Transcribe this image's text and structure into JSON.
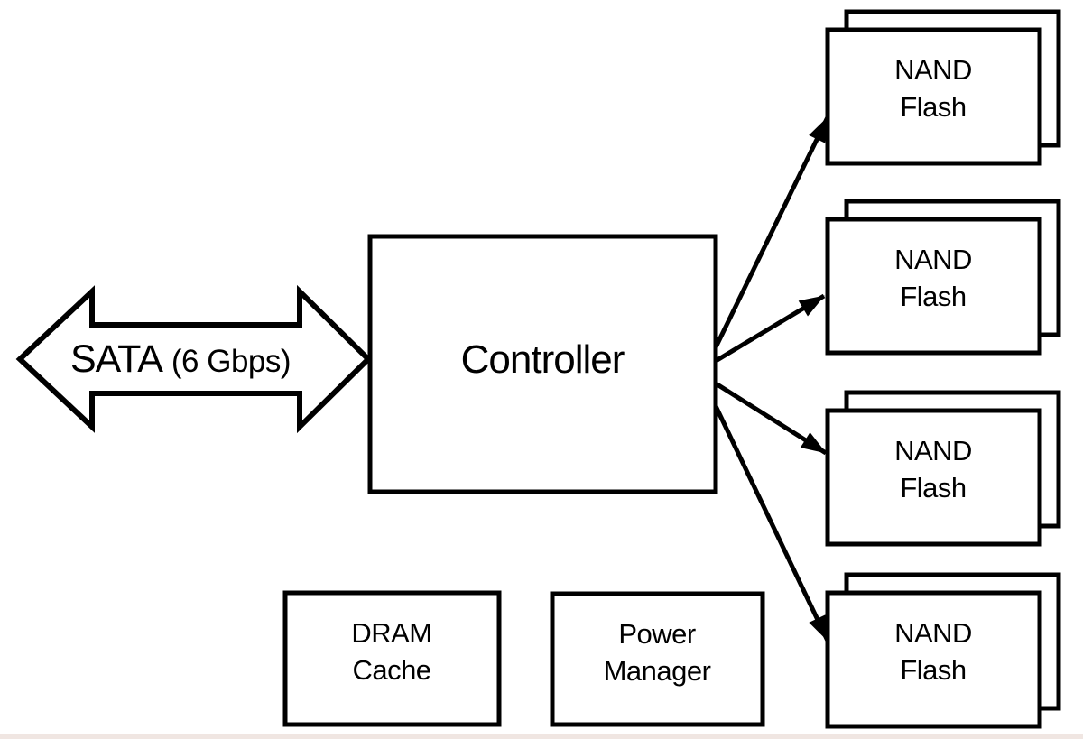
{
  "colors": {
    "stroke": "#000000",
    "fill": "#ffffff",
    "page_edge_line": "#f0e6e2"
  },
  "sata": {
    "label_main": "SATA",
    "label_detail": "(6 Gbps)"
  },
  "controller": {
    "label": "Controller"
  },
  "dram": {
    "line1": "DRAM",
    "line2": "Cache"
  },
  "power": {
    "line1": "Power",
    "line2": "Manager"
  },
  "nand_modules": [
    {
      "line1": "NAND",
      "line2": "Flash"
    },
    {
      "line1": "NAND",
      "line2": "Flash"
    },
    {
      "line1": "NAND",
      "line2": "Flash"
    },
    {
      "line1": "NAND",
      "line2": "Flash"
    }
  ]
}
